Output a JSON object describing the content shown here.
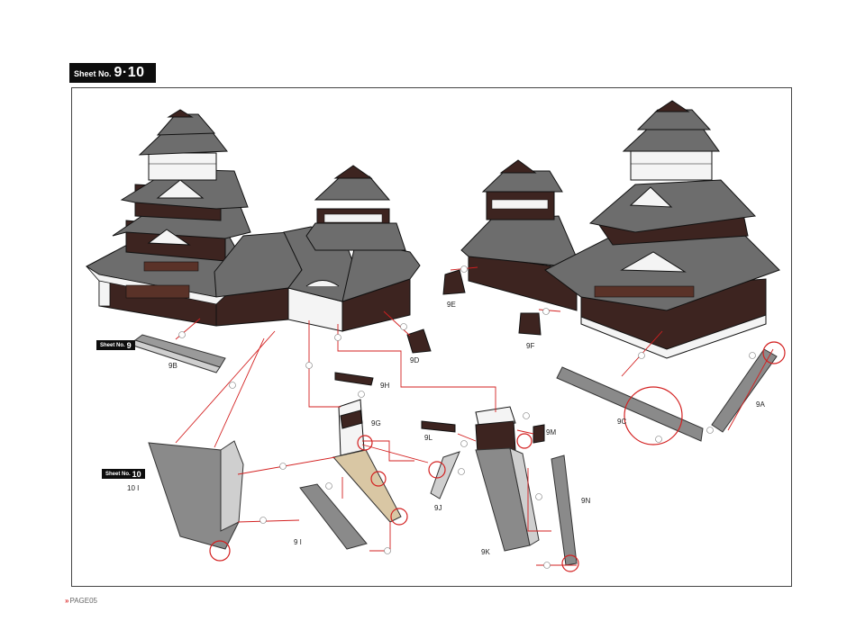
{
  "sheet": {
    "label": "Sheet No.",
    "number": "9·10"
  },
  "badges": {
    "sheet9": {
      "label": "Sheet No.",
      "number": "9"
    },
    "sheet10": {
      "label": "Sheet No.",
      "number": "10"
    }
  },
  "parts": {
    "p9a": "9A",
    "p9b": "9B",
    "p9c": "9C",
    "p9d": "9D",
    "p9e": "9E",
    "p9f": "9F",
    "p9g": "9G",
    "p9h": "9H",
    "p9i": "9 I",
    "p9j": "9J",
    "p9k": "9K",
    "p9l": "9L",
    "p9m": "9M",
    "p9n": "9N",
    "p10i": "10 I"
  },
  "page": {
    "label": "PAGE05"
  },
  "colors": {
    "roof": "#6d6d6d",
    "wall": "#3d2420",
    "white": "#f4f4f4",
    "guide": "#d32020",
    "gray_part": "#8a8a8a"
  }
}
